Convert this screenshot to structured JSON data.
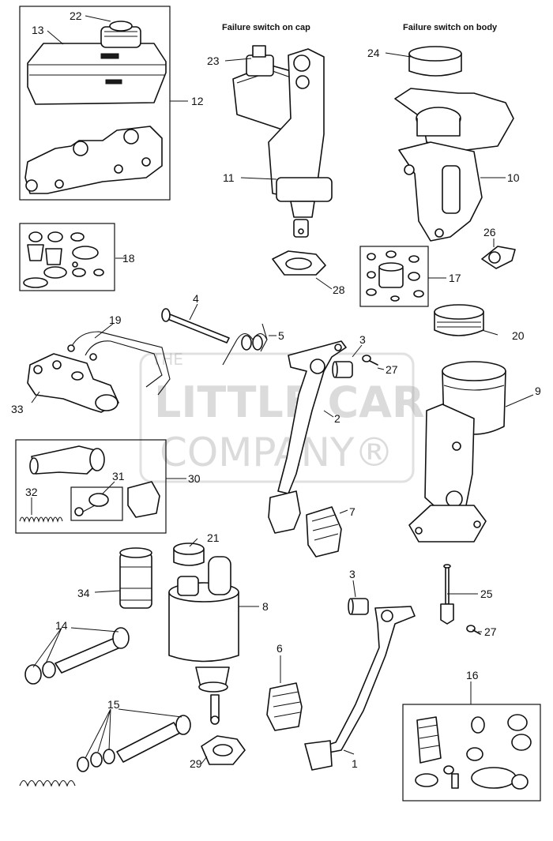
{
  "headers": {
    "cap": "Failure switch on cap",
    "body": "Failure switch on body"
  },
  "watermark": {
    "line1": "THE",
    "line2": "LITTLE CAR",
    "line3": "COMPANY®"
  },
  "callouts": {
    "n1": "1",
    "n2": "2",
    "n3a": "3",
    "n3b": "3",
    "n4": "4",
    "n5": "5",
    "n6": "6",
    "n7": "7",
    "n8": "8",
    "n9": "9",
    "n10": "10",
    "n11": "11",
    "n12": "12",
    "n13": "13",
    "n14": "14",
    "n15": "15",
    "n16": "16",
    "n17": "17",
    "n18": "18",
    "n19": "19",
    "n20": "20",
    "n21": "21",
    "n22": "22",
    "n23": "23",
    "n24": "24",
    "n25": "25",
    "n26": "26",
    "n27a": "27",
    "n27b": "27",
    "n28": "28",
    "n29": "29",
    "n30": "30",
    "n31": "31",
    "n32": "32",
    "n33": "33",
    "n34": "34"
  }
}
